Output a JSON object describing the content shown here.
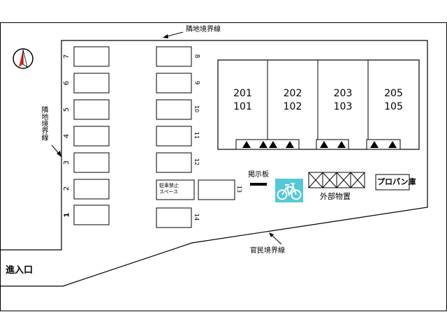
{
  "labels": {
    "north_neighbor": "隣地境界線",
    "west_neighbor": "隣地境界線",
    "public_boundary": "官民境界線",
    "entrance": "進入口",
    "bulletin_board": "掲示板",
    "outdoor_storage": "外部物置",
    "propane": "プロパン庫",
    "no_parking": "駐車禁止\nスペース"
  },
  "units": [
    {
      "upper": "201",
      "lower": "101"
    },
    {
      "upper": "202",
      "lower": "102"
    },
    {
      "upper": "203",
      "lower": "103"
    },
    {
      "upper": "205",
      "lower": "105"
    }
  ],
  "parking_left": [
    "7",
    "6",
    "5",
    "4",
    "3",
    "2",
    "1"
  ],
  "parking_right": [
    "8",
    "9",
    "10",
    "11",
    "12",
    "13",
    "14"
  ],
  "colors": {
    "line": "#000000",
    "compass_arrow": "#e8201a",
    "bicycle": "#55c8d8"
  },
  "icons": {
    "compass": "compass-icon",
    "bicycle": "bicycle-parking-icon"
  }
}
